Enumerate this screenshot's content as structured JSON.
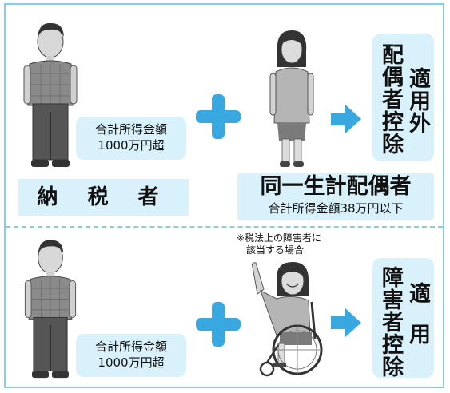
{
  "colors": {
    "frame": "#7fd0ef",
    "box": "#d9f1fb",
    "accent": "#39a7e0"
  },
  "top_row": {
    "income_line1": "合計所得金額",
    "income_line2": "1000万円超",
    "result_col1": "配偶者控除",
    "result_col2": "適用外"
  },
  "taxpayer_label": "納 税 者",
  "spouse_label": {
    "title": "同一生計配偶者",
    "subtitle": "合計所得金額38万円以下"
  },
  "bottom_row": {
    "note_line1": "※税法上の障害者に",
    "note_line2": "該当する場合",
    "income_line1": "合計所得金額",
    "income_line2": "1000万円超",
    "result_col1": "障害者控除",
    "result_col2": "適用"
  }
}
